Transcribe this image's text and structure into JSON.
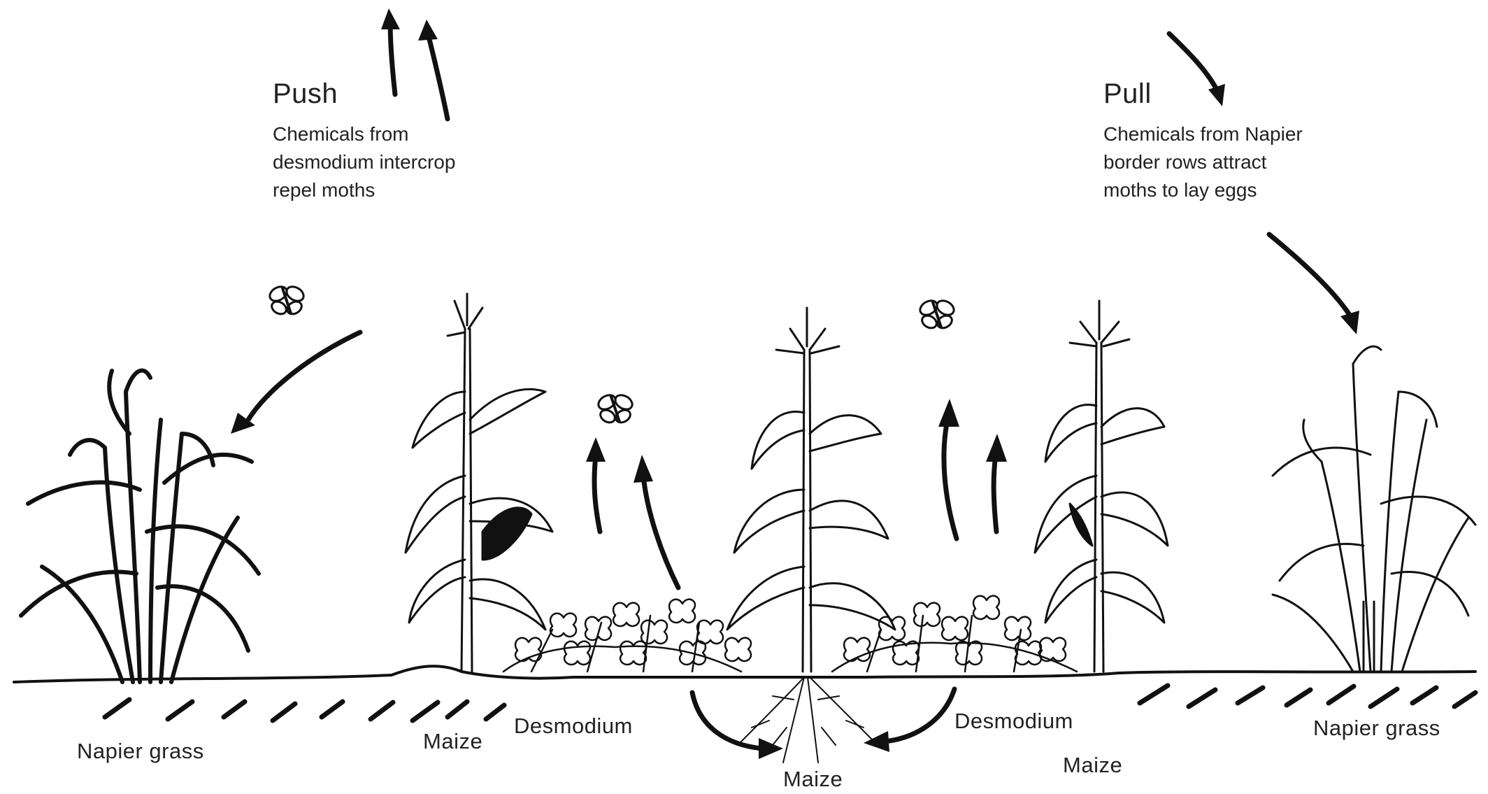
{
  "push": {
    "heading": "Push",
    "description": "Chemicals from\ndesmodium intercrop\nrepel moths"
  },
  "pull": {
    "heading": "Pull",
    "description": "Chemicals from Napier\nborder rows attract\nmoths to lay eggs"
  },
  "labels": {
    "napier_left": "Napier grass",
    "maize_left": "Maize",
    "desmodium_left": "Desmodium",
    "maize_center": "Maize",
    "desmodium_right": "Desmodium",
    "maize_right": "Maize",
    "napier_right": "Napier grass"
  },
  "style": {
    "ink": "#111111",
    "background": "#ffffff"
  }
}
